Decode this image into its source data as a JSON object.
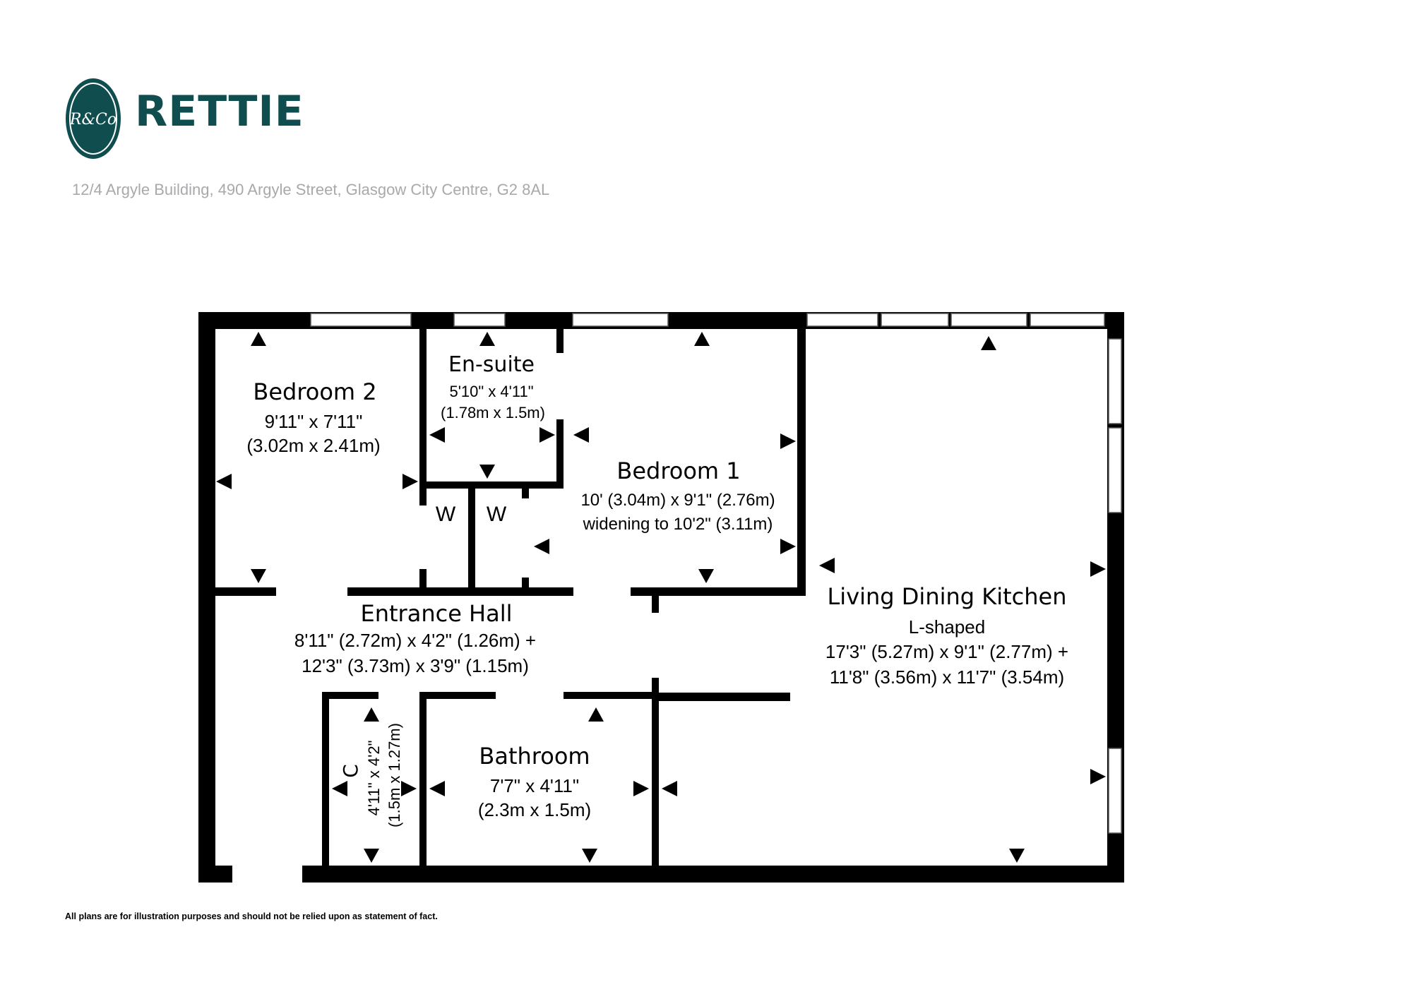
{
  "brand": {
    "name": "RETTIE",
    "seal_text": "R&Co",
    "color": "#0f4d4f"
  },
  "address": "12/4 Argyle Building, 490 Argyle Street, Glasgow City Centre, G2 8AL",
  "disclaimer": "All plans are for illustration purposes and should not be relied upon as statement of fact.",
  "rooms": {
    "bedroom2": {
      "name": "Bedroom 2",
      "dim_imperial": "9'11\" x 7'11\"",
      "dim_metric": "(3.02m x 2.41m)"
    },
    "ensuite": {
      "name": "En-suite",
      "dim_imperial": "5'10\" x 4'11\"",
      "dim_metric": "(1.78m x 1.5m)"
    },
    "bedroom1": {
      "name": "Bedroom 1",
      "dim_line1": "10' (3.04m) x 9'1\" (2.76m)",
      "dim_line2": "widening to 10'2\" (3.11m)"
    },
    "living": {
      "name": "Living Dining Kitchen",
      "shape": "L-shaped",
      "dim_line1": "17'3\" (5.27m) x 9'1\" (2.77m) +",
      "dim_line2": "11'8\" (3.56m) x 11'7\" (3.54m)"
    },
    "hall": {
      "name": "Entrance Hall",
      "dim_line1": "8'11\" (2.72m) x 4'2\" (1.26m) +",
      "dim_line2": "12'3\" (3.73m) x 3'9\" (1.15m)"
    },
    "bathroom": {
      "name": "Bathroom",
      "dim_imperial": "7'7\" x 4'11\"",
      "dim_metric": "(2.3m x 1.5m)"
    },
    "cupboard": {
      "name": "C",
      "dim_imperial": "4'11\" x 4'2\"",
      "dim_metric": "(1.5m x 1.27m)"
    },
    "wardrobe_left": {
      "name": "W"
    },
    "wardrobe_right": {
      "name": "W"
    }
  }
}
